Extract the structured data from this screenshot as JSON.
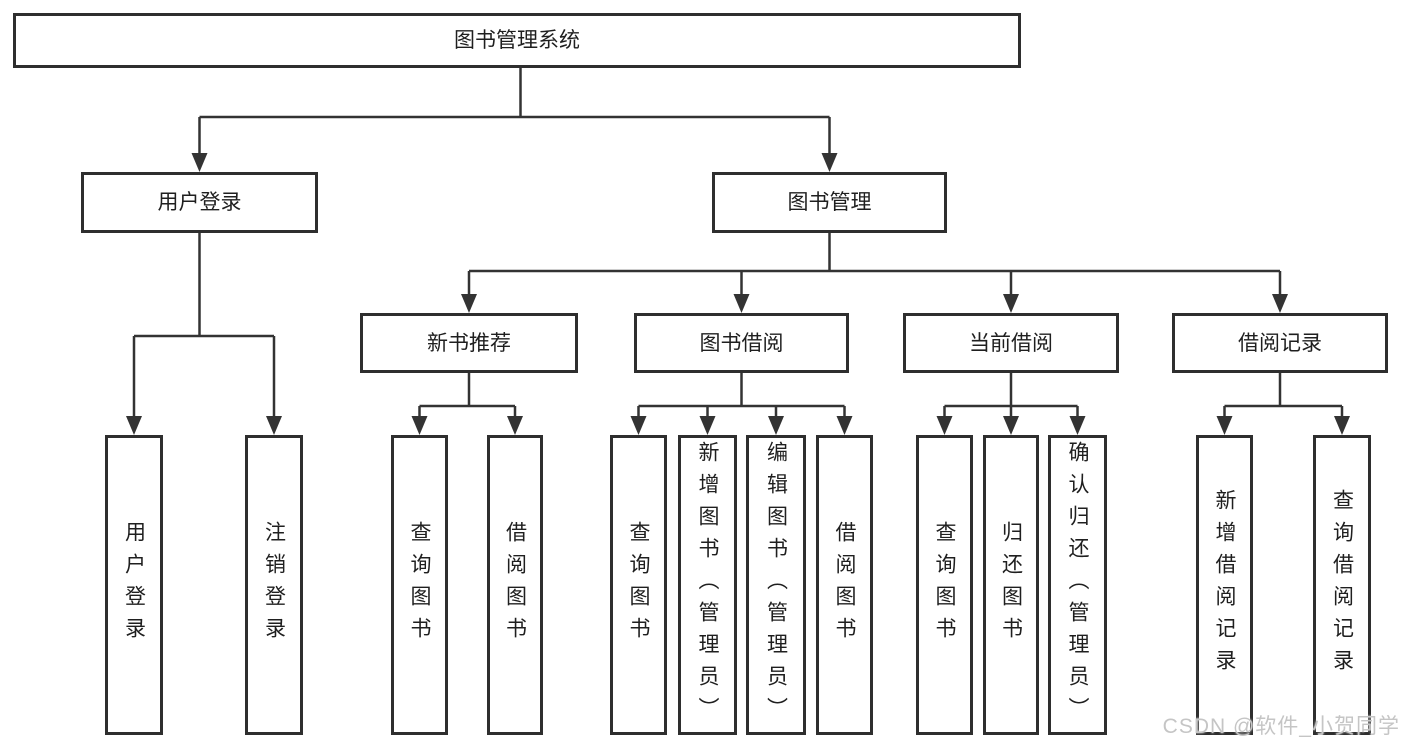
{
  "diagram": {
    "title": "图书管理系统",
    "colors": {
      "line": "#333333",
      "box_border": "#2e2e2e",
      "text": "#1f1f1f",
      "background": "#ffffff",
      "watermark": "#c5c5c5"
    },
    "tree": {
      "root": {
        "label": "图书管理系统",
        "children": [
          {
            "label": "用户登录",
            "children": [
              {
                "label": "用户登录"
              },
              {
                "label": "注销登录"
              }
            ]
          },
          {
            "label": "图书管理",
            "children": [
              {
                "label": "新书推荐",
                "children": [
                  {
                    "label": "查询图书"
                  },
                  {
                    "label": "借阅图书"
                  }
                ]
              },
              {
                "label": "图书借阅",
                "children": [
                  {
                    "label": "查询图书"
                  },
                  {
                    "label": "新增图书（管理员）"
                  },
                  {
                    "label": "编辑图书（管理员）"
                  },
                  {
                    "label": "借阅图书"
                  }
                ]
              },
              {
                "label": "当前借阅",
                "children": [
                  {
                    "label": "查询图书"
                  },
                  {
                    "label": "归还图书"
                  },
                  {
                    "label": "确认归还（管理员）"
                  }
                ]
              },
              {
                "label": "借阅记录",
                "children": [
                  {
                    "label": "新增借阅记录"
                  },
                  {
                    "label": "查询借阅记录"
                  }
                ]
              }
            ]
          }
        ]
      }
    }
  },
  "watermark": {
    "text": "CSDN @软件_小贺同学"
  }
}
